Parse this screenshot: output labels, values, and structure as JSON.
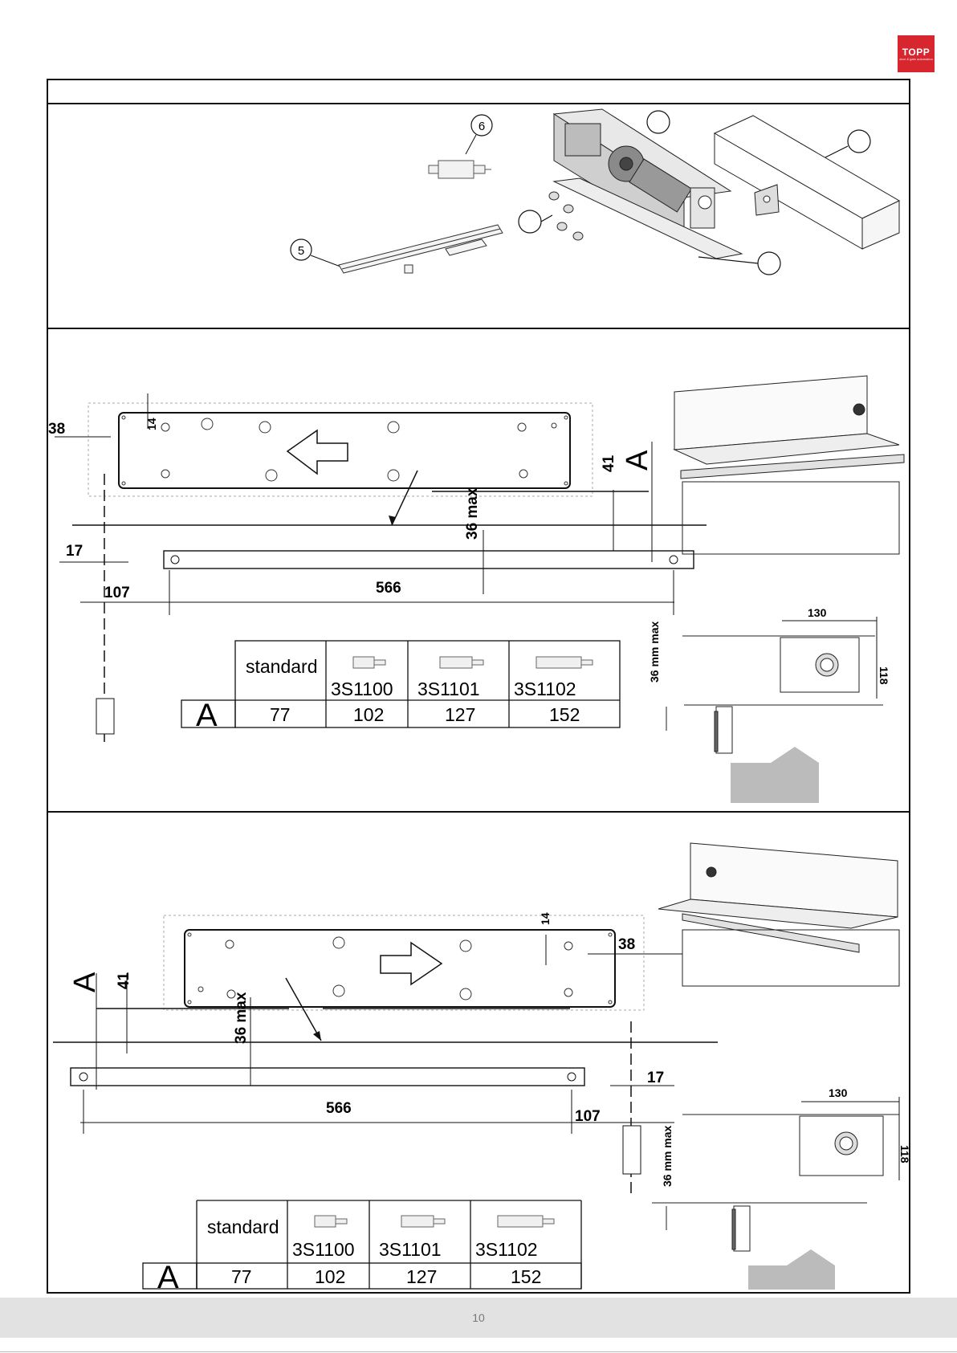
{
  "brand": {
    "name": "TOPP",
    "tagline": "door & gate automation"
  },
  "components": {
    "callout_a": "6",
    "callout_b": "5"
  },
  "drawings": [
    {
      "dims": {
        "d38": "38",
        "d14": "14",
        "d41": "41",
        "a_label": "A",
        "d36max": "36 max",
        "d17": "17",
        "d107": "107",
        "d566": "566"
      },
      "side": {
        "w": "130",
        "h": "118",
        "max": "36 mm max"
      },
      "table": {
        "first_header": "standard",
        "codes": [
          "3S1100",
          "3S1101",
          "3S1102"
        ],
        "row_label": "A",
        "values": [
          "77",
          "102",
          "127",
          "152"
        ]
      }
    },
    {
      "dims": {
        "d38": "38",
        "d14": "14",
        "d41": "41",
        "a_label": "A",
        "d36max": "36 max",
        "d17": "17",
        "d107": "107",
        "d566": "566"
      },
      "side": {
        "w": "130",
        "h": "118",
        "max": "36 mm max"
      },
      "table": {
        "first_header": "standard",
        "codes": [
          "3S1100",
          "3S1101",
          "3S1102"
        ],
        "row_label": "A",
        "values": [
          "77",
          "102",
          "127",
          "152"
        ]
      }
    }
  ],
  "page_number": "10"
}
